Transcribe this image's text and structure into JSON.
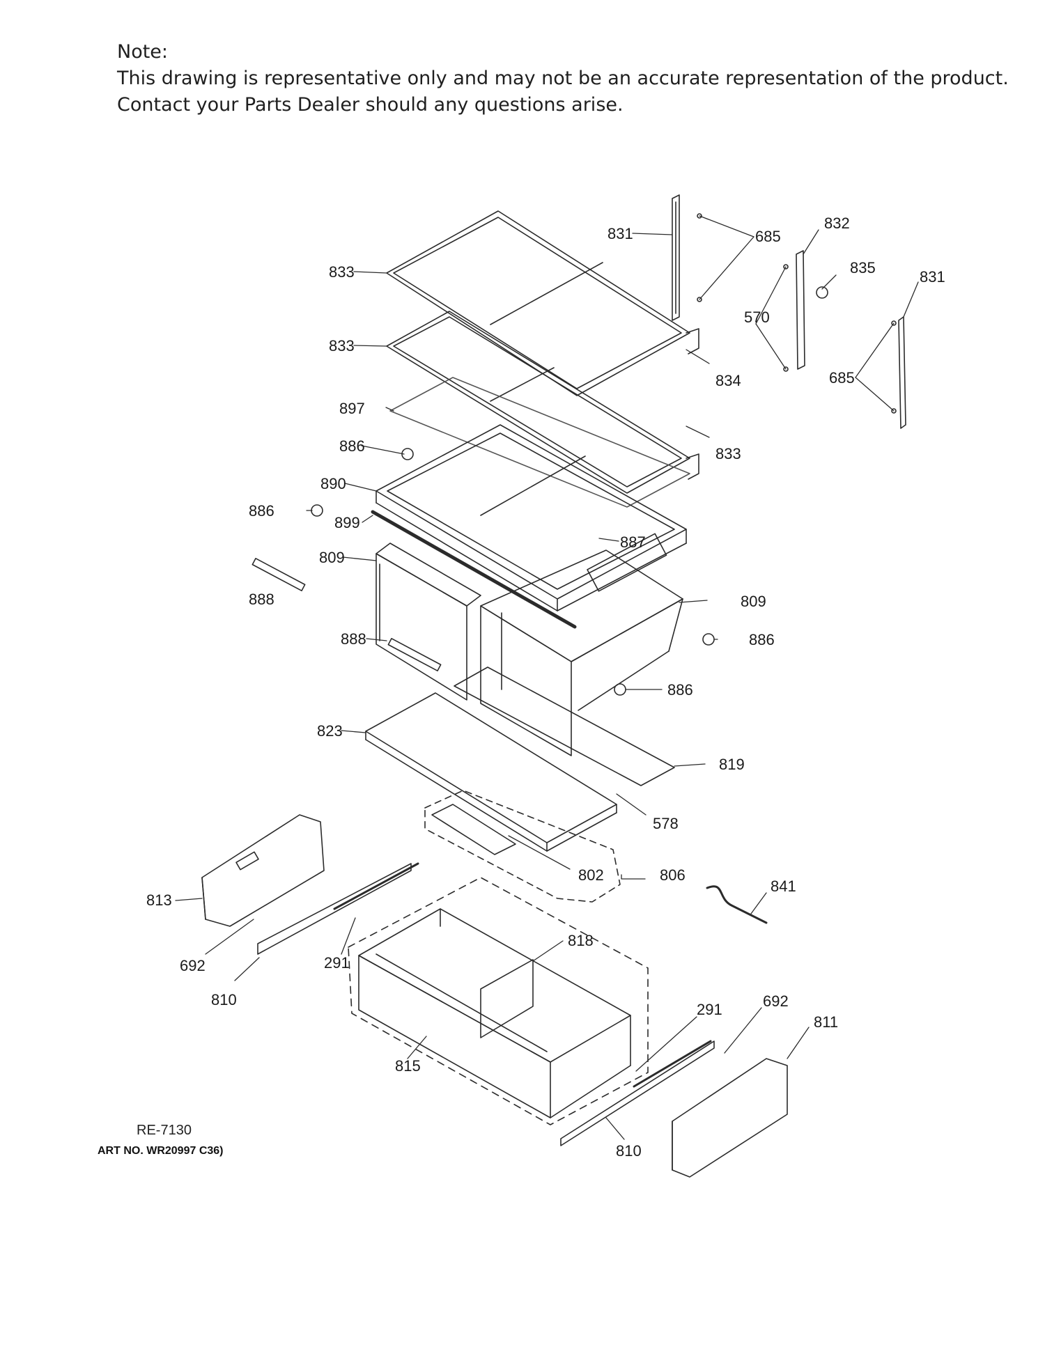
{
  "note": {
    "heading": "Note:",
    "line1": "This drawing is representative only and may not be an accurate representation of the product.",
    "line2": "Contact your Parts Dealer should any questions arise."
  },
  "callouts": [
    "833",
    "833",
    "897",
    "886",
    "890",
    "886",
    "899",
    "809",
    "888",
    "888",
    "823",
    "831",
    "685",
    "832",
    "835",
    "570",
    "831",
    "685",
    "834",
    "833",
    "887",
    "809",
    "886",
    "886",
    "819",
    "578",
    "802",
    "806",
    "841",
    "813",
    "692",
    "810",
    "291",
    "818",
    "815",
    "291",
    "692",
    "811",
    "810"
  ],
  "footer": {
    "reference": "RE-7130",
    "art_number": "ART NO. WR20997 C36)"
  }
}
